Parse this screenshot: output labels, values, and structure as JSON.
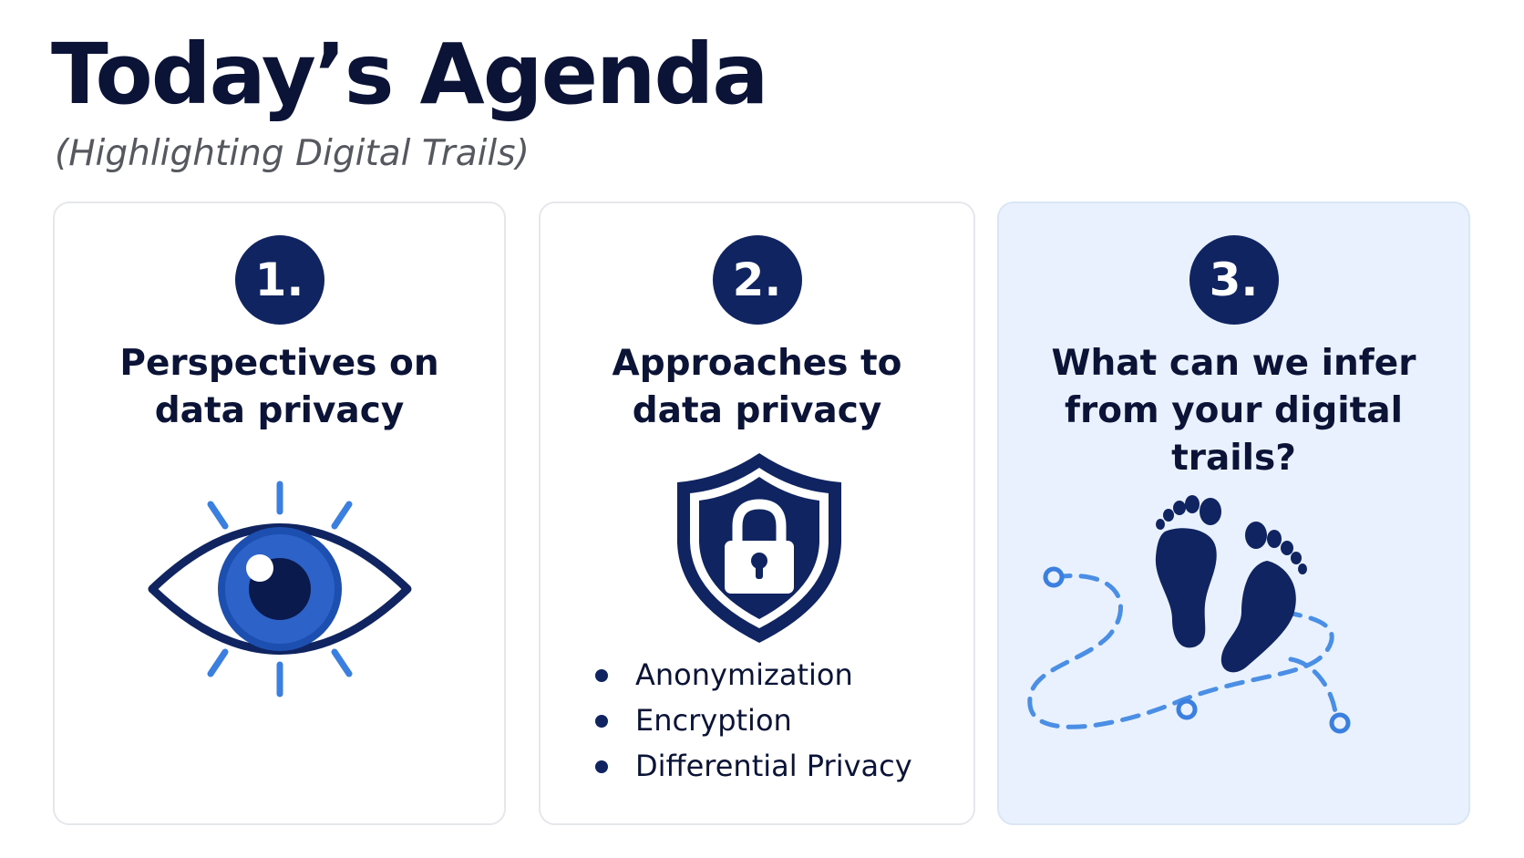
{
  "header": {
    "title": "Today’s Agenda",
    "subtitle": "(Highlighting Digital Trails)"
  },
  "cards": [
    {
      "number": "1.",
      "title_lines": [
        "Perspectives on",
        "data privacy"
      ],
      "icon": "eye-icon",
      "highlighted": false
    },
    {
      "number": "2.",
      "title_lines": [
        "Approaches to",
        "data privacy"
      ],
      "icon": "shield-lock-icon",
      "highlighted": false,
      "bullets": [
        "Anonymization",
        "Encryption",
        "Differential Privacy"
      ]
    },
    {
      "number": "3.",
      "title_lines": [
        "What can we infer",
        "from your digital trails?"
      ],
      "icon": "footprints-icon",
      "highlighted": true
    }
  ],
  "colors": {
    "navy": "#0f2461",
    "text": "#0b1437",
    "accent_blue": "#4a8ee6",
    "highlight_bg": "#e8f1fd",
    "subtitle_gray": "#55585e"
  }
}
